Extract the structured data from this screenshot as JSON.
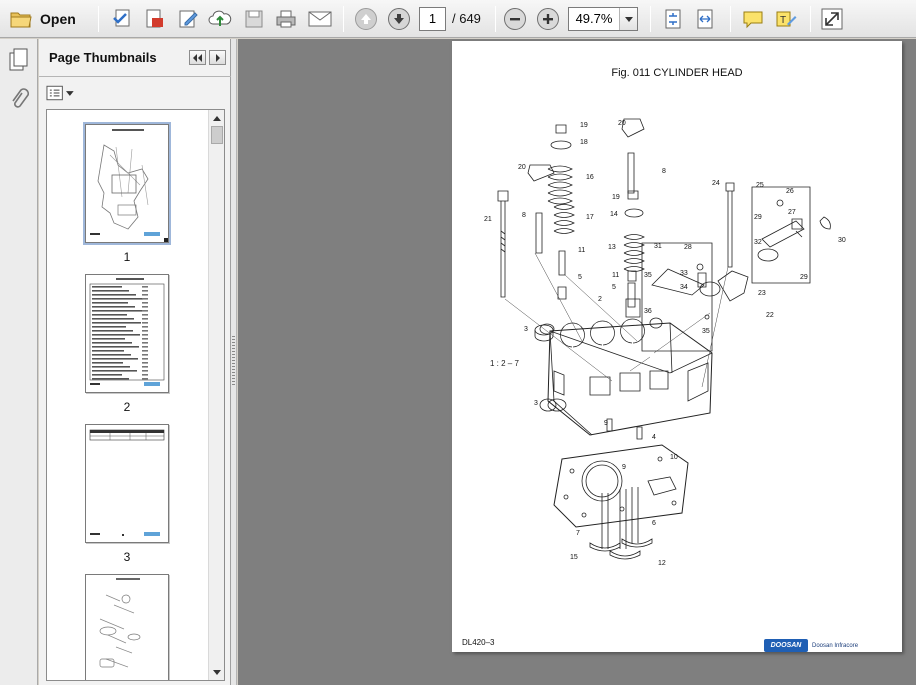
{
  "toolbar": {
    "open_label": "Open",
    "current_page": "1",
    "total_pages": "/ 649",
    "zoom": "49.7%"
  },
  "panel": {
    "title": "Page Thumbnails"
  },
  "thumbnails": [
    {
      "label": "1"
    },
    {
      "label": "2"
    },
    {
      "label": "3"
    }
  ],
  "page": {
    "title": "Fig. 011 CYLINDER HEAD",
    "scale_note": "1 : 2 – 7",
    "doc_code": "DL420–3",
    "brand_mark": "DOOSAN",
    "brand_name": "Doosan Infracore"
  },
  "callouts": [
    "19",
    "18",
    "20",
    "8",
    "16",
    "20",
    "21",
    "8",
    "17",
    "11",
    "5",
    "24",
    "25",
    "26",
    "29",
    "27",
    "30",
    "31",
    "32",
    "28",
    "33",
    "35",
    "29",
    "34",
    "19",
    "14",
    "13",
    "11",
    "5",
    "2",
    "23",
    "22",
    "36",
    "35",
    "3",
    "3",
    "9",
    "4",
    "10",
    "9",
    "7",
    "6",
    "15",
    "12"
  ],
  "colors": {
    "doc_background": "#7f7f7f",
    "brand_blue": "#1f5fb4"
  }
}
